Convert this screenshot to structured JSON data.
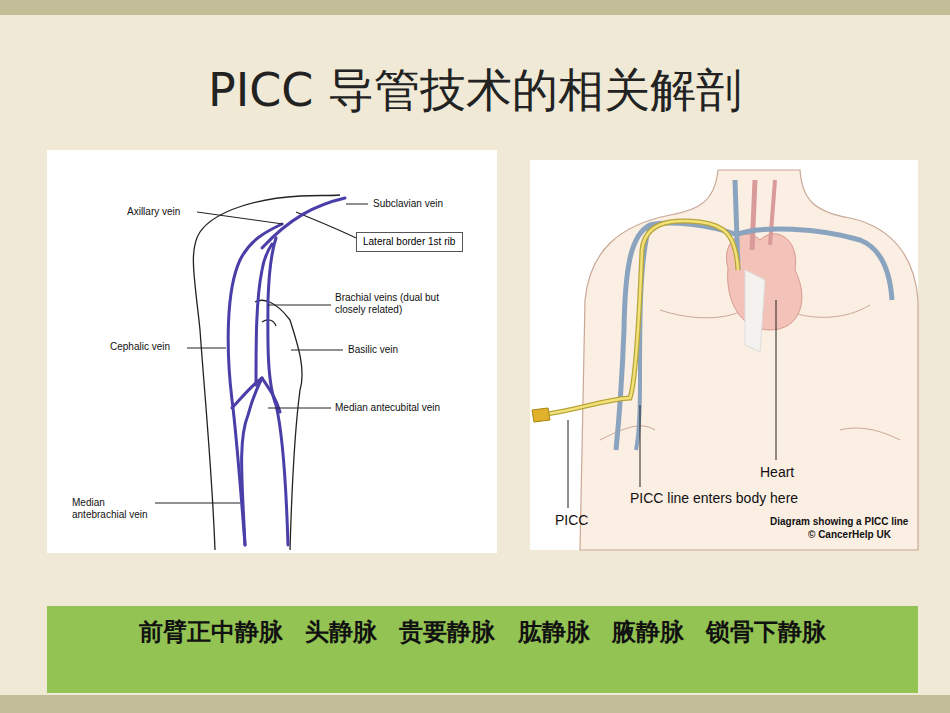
{
  "diagram": {
    "title": "PICC 导管技术的相关解剖",
    "nodes": [
      {
        "text": [
          "Lateral border 1st rib"
        ]
      },
      {
        "text": [
          "前臂正中静脉 头静脉 贵要静脉 肱静脉 腋静脉 锁骨下静脉"
        ]
      }
    ],
    "labels": [
      "Axillary vein",
      "Subclavian vein",
      "Brachial veins (dual but closely related)",
      "Cephalic vein",
      "Basilic vein",
      "Median antecubital vein",
      "Median antebrachial vein",
      "Heart",
      "PICC line enters body here",
      "PICC",
      "Diagram showing a PICC line",
      "© CancerHelp UK"
    ]
  }
}
